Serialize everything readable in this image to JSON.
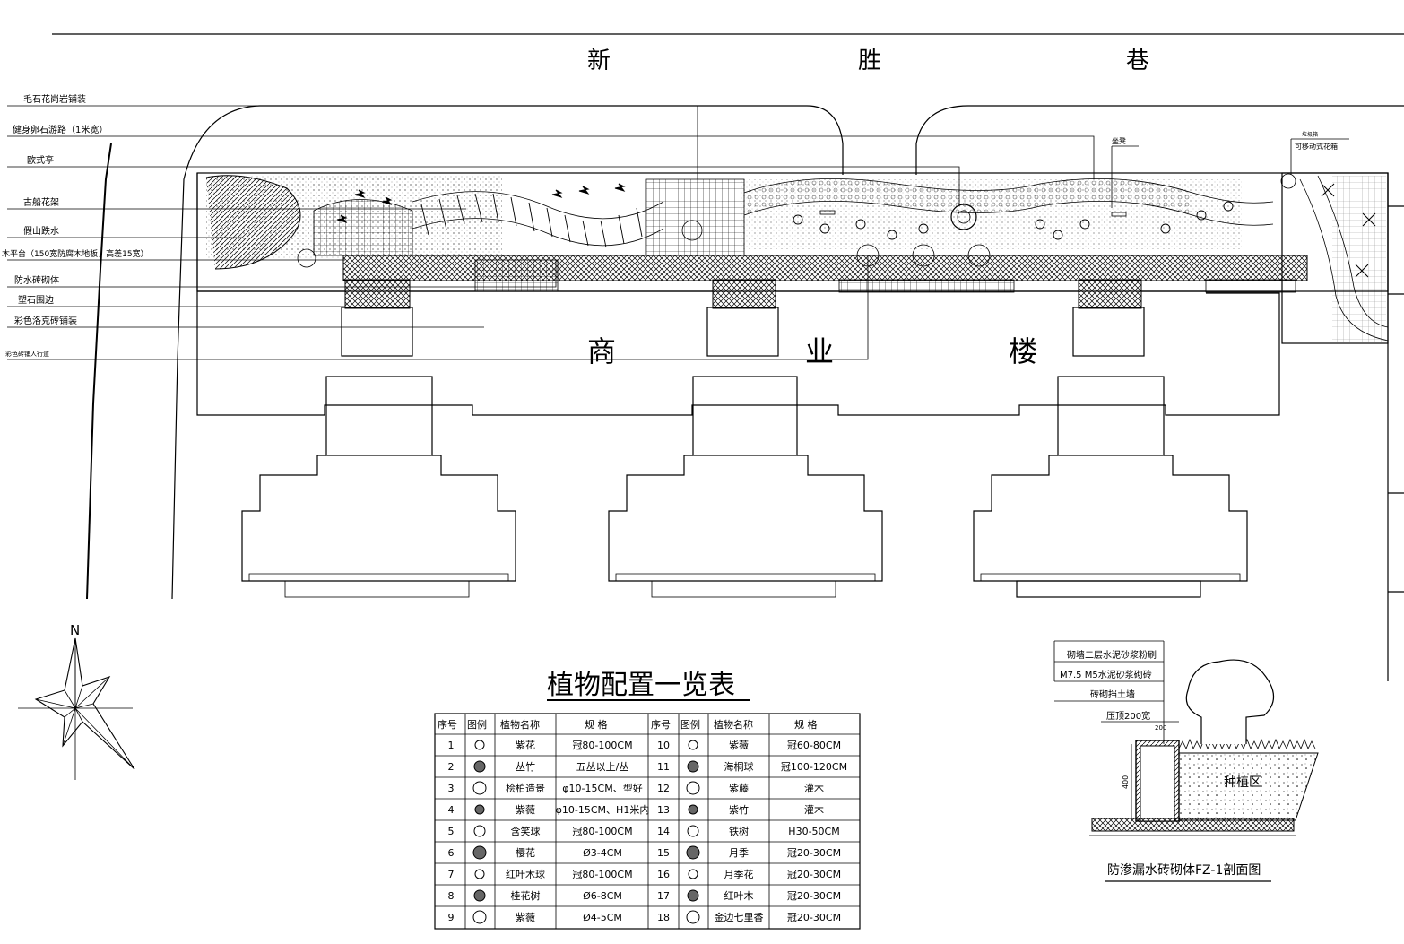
{
  "street": {
    "chars": [
      "新",
      "胜",
      "巷"
    ]
  },
  "building": {
    "chars": [
      "商",
      "业",
      "楼"
    ]
  },
  "north": "N",
  "callouts": [
    "毛石花岗岩铺装",
    "健身卵石游路（1米宽）",
    "欧式亭",
    "古船花架",
    "假山跌水",
    "木平台（150宽防腐木地板，高差15宽）",
    "防水砖砌体",
    "塑石围边",
    "彩色洛克砖铺装",
    "彩色砖铺人行道"
  ],
  "small_labels": {
    "bench": "坐凳",
    "trash": "垃圾箱",
    "top_note": "可移动式花箱"
  },
  "table": {
    "title": "植物配置一览表",
    "headers": [
      "序号",
      "图例",
      "植物名称",
      "规    格",
      "序号",
      "图例",
      "植物名称",
      "规    格"
    ],
    "rows": [
      [
        "1",
        "紫花",
        "冠80-100CM",
        "10",
        "紫薇",
        "冠60-80CM"
      ],
      [
        "2",
        "丛竹",
        "五丛以上/丛",
        "11",
        "海桐球",
        "冠100-120CM"
      ],
      [
        "3",
        "桧柏造景",
        "φ10-15CM、型好",
        "12",
        "紫藤",
        "灌木"
      ],
      [
        "4",
        "紫薇",
        "φ10-15CM、H1米内",
        "13",
        "紫竹",
        "灌木"
      ],
      [
        "5",
        "含笑球",
        "冠80-100CM",
        "14",
        "铁树",
        "H30-50CM"
      ],
      [
        "6",
        "樱花",
        "Ø3-4CM",
        "15",
        "月季",
        "冠20-30CM"
      ],
      [
        "7",
        "红叶木球",
        "冠80-100CM",
        "16",
        "月季花",
        "冠20-30CM"
      ],
      [
        "8",
        "桂花树",
        "Ø6-8CM",
        "17",
        "红叶木",
        "冠20-30CM"
      ],
      [
        "9",
        "紫薇",
        "Ø4-5CM",
        "18",
        "金边七里香",
        "冠20-30CM"
      ]
    ]
  },
  "section": {
    "labels": [
      "砌墙二层水泥砂浆粉刷",
      "M7.5 M5水泥砂浆砌砖",
      "砖砌挡土墙"
    ],
    "coping": "压顶200宽",
    "dim_top": "200",
    "dim_side": "400",
    "plant_zone": "种植区",
    "caption": "防渗漏水砖砌体FZ-1剖面图"
  }
}
